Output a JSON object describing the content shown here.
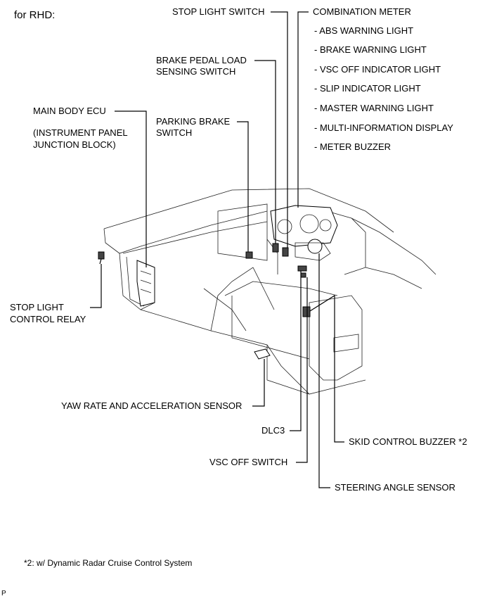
{
  "header": {
    "title": "for RHD:"
  },
  "labels": {
    "stop_light_switch": "STOP LIGHT SWITCH",
    "combination_meter": "COMBINATION METER",
    "meter_items": [
      "- ABS WARNING LIGHT",
      "- BRAKE WARNING LIGHT",
      "- VSC OFF INDICATOR LIGHT",
      "- SLIP INDICATOR LIGHT",
      "- MASTER WARNING LIGHT",
      "- MULTI-INFORMATION DISPLAY",
      "- METER BUZZER"
    ],
    "brake_pedal_load_1": "BRAKE PEDAL LOAD",
    "brake_pedal_load_2": "SENSING SWITCH",
    "main_body_ecu": "MAIN BODY ECU",
    "instrument_panel_1": "(INSTRUMENT PANEL",
    "instrument_panel_2": "JUNCTION BLOCK)",
    "parking_brake_1": "PARKING BRAKE",
    "parking_brake_2": "SWITCH",
    "stop_light_relay_1": "STOP LIGHT",
    "stop_light_relay_2": "CONTROL RELAY",
    "yaw_rate": "YAW RATE AND ACCELERATION SENSOR",
    "dlc3": "DLC3",
    "skid_buzzer": "SKID CONTROL BUZZER *2",
    "vsc_off_switch": "VSC OFF SWITCH",
    "steering_angle": "STEERING ANGLE SENSOR"
  },
  "footnote": "*2: w/ Dynamic Radar Cruise Control System",
  "corner_mark": "P"
}
